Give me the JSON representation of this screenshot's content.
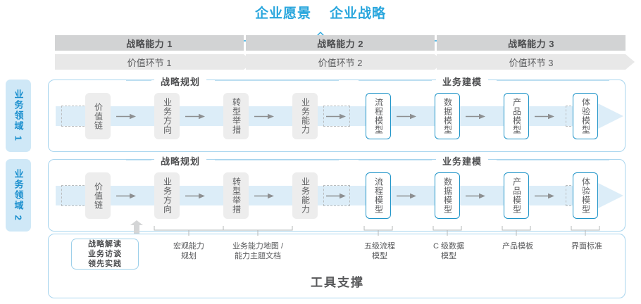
{
  "header": {
    "vision": "企业愿景",
    "strategy": "企业战略"
  },
  "capabilities": [
    {
      "label": "战略能力 1",
      "value_label": "价值环节 1"
    },
    {
      "label": "战略能力 2",
      "value_label": "价值环节 2"
    },
    {
      "label": "战略能力 3",
      "value_label": "价值环节 3"
    }
  ],
  "domains": [
    {
      "label": "业务领域 1"
    },
    {
      "label": "业务领域 2"
    }
  ],
  "sections": {
    "planning": "战略规划",
    "modeling": "业务建模"
  },
  "nodes": {
    "planning": [
      "价值链",
      "业务方向",
      "转型举措",
      "业务能力"
    ],
    "modeling": [
      "流程模型",
      "数据模型",
      "产品模型",
      "体验模型"
    ]
  },
  "tooling": {
    "title": "工具支撑",
    "primary_box": "战略解读\n业务访谈\n领先实践",
    "captions": [
      "宏观能力\n规划",
      "业务能力地图 /\n能力主题文档",
      "五级流程\n模型",
      "C 级数据\n模型",
      "产品模板",
      "界面标准"
    ]
  },
  "colors": {
    "accent": "#29a6dd",
    "node_border": "#1f94c8",
    "panel_border": "#a8d5ee",
    "band_dark": "#d2d3d4",
    "band_light": "#e8e8e8",
    "bg_arrow": "#dcedf8",
    "tab_bg": "#cfe8f7"
  }
}
